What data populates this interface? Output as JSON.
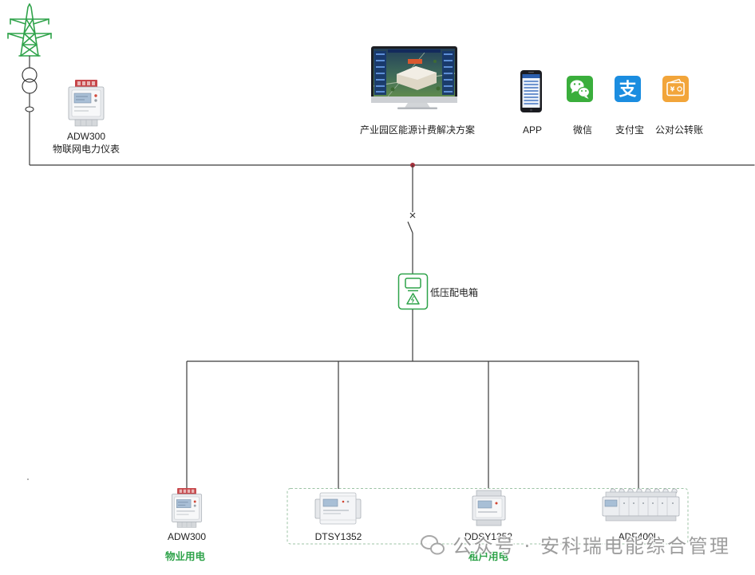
{
  "colors": {
    "accent_green": "#2fa34a",
    "line": "#3b3b3b",
    "junction_red": "#a5303b",
    "wechat_green": "#3aae3c",
    "alipay_blue": "#1b8de0",
    "transfer_orange": "#f2a53a",
    "watermark_grey": "#8c8c8c"
  },
  "grid_source": {
    "tower_icon": "transmission-tower-icon",
    "transformer_icon": "transformer-icon",
    "meter": {
      "model": "ADW300",
      "description": "物联网电力仪表",
      "icon": "din-rail-meter-icon"
    }
  },
  "platform": {
    "label": "产业园区能源计费解决方案",
    "icon": "desktop-monitor-icon"
  },
  "payment_channels": [
    {
      "label": "APP",
      "icon": "smartphone-icon"
    },
    {
      "label": "微信",
      "icon": "wechat-icon"
    },
    {
      "label": "支付宝",
      "icon": "alipay-icon",
      "glyph": "支"
    },
    {
      "label": "公对公转账",
      "icon": "wallet-transfer-icon",
      "glyph": "¥"
    }
  ],
  "distribution_box": {
    "label": "低压配电箱",
    "icon": "distribution-box-icon"
  },
  "property_branch": {
    "meter_model": "ADW300",
    "label": "物业用电"
  },
  "tenant_group": {
    "label": "租户用电",
    "meters": [
      {
        "model": "DTSY1352"
      },
      {
        "model": "DDSY1352"
      },
      {
        "model": "ADF400L"
      }
    ]
  },
  "watermark": {
    "text": "公众号 · 安科瑞电能综合管理",
    "icon": "wechat-icon"
  }
}
